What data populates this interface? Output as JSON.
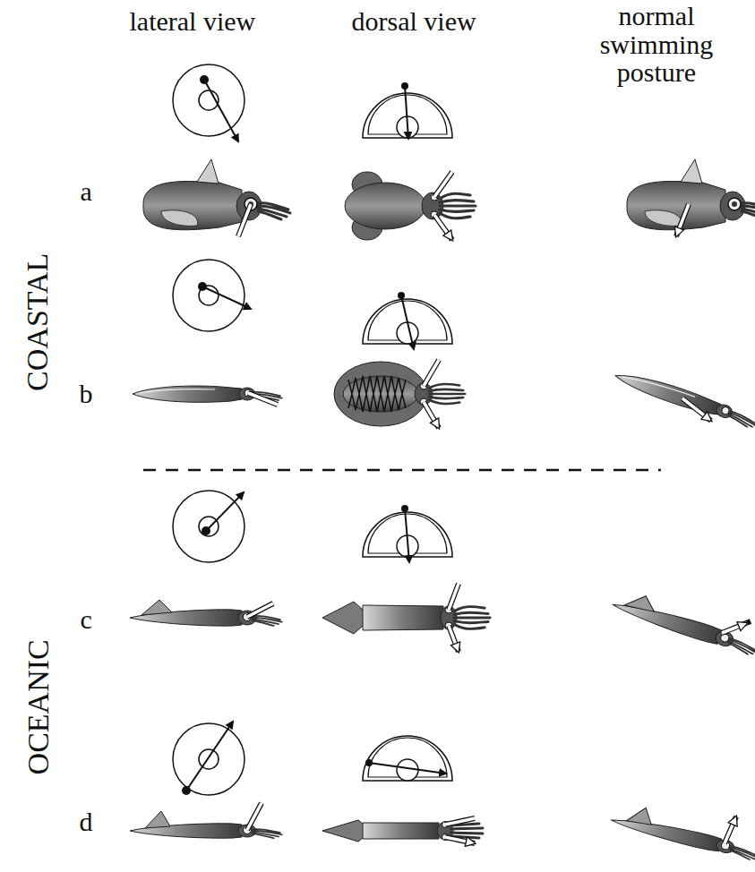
{
  "diagram": {
    "labels": [
      "lateral view",
      "dorsal view",
      "normal swimming posture",
      "COASTAL",
      "a",
      "b",
      "OCEANIC",
      "c",
      "d"
    ]
  }
}
